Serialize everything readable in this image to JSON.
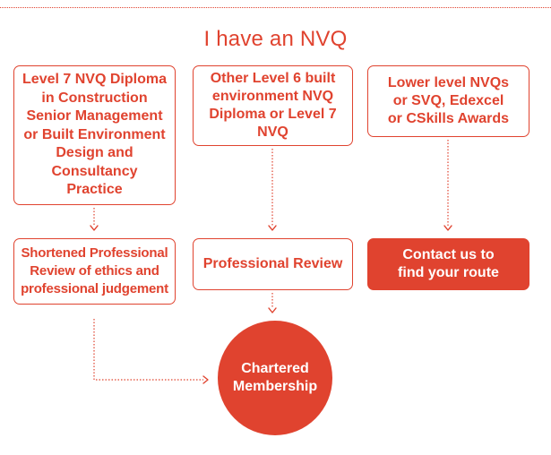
{
  "heading": "I have an NVQ",
  "routes": [
    {
      "start": "Level 7 NVQ Diploma\nin Construction\nSenior Management\nor Built Environment\nDesign and\nConsultancy\nPractice",
      "next": "Shortened Professional\nReview of ethics and\nprofessional judgement"
    },
    {
      "start": "Other Level 6 built\nenvironment NVQ\nDiploma or Level 7\nNVQ",
      "next": "Professional Review"
    },
    {
      "start": "Lower level NVQs\nor SVQ, Edexcel\nor CSkills Awards",
      "next": "Contact us to\nfind your route"
    }
  ],
  "outcome": "Chartered\nMembership",
  "colors": {
    "accent": "#e0432f",
    "background": "#ffffff"
  }
}
